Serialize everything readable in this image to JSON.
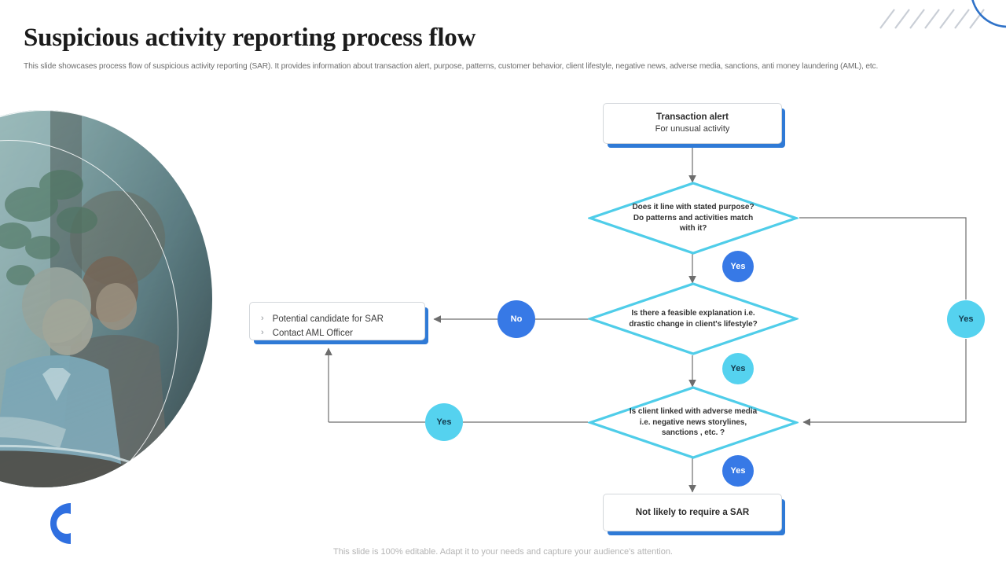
{
  "slide": {
    "title": "Suspicious activity reporting process flow",
    "subtitle": "This slide showcases process flow of suspicious activity reporting (SAR).  It provides information about transaction alert, purpose, patterns, customer behavior, client lifestyle, negative news, adverse media, sanctions, anti money laundering (AML),  etc.",
    "footer": "This slide is 100% editable. Adapt it to your needs and capture your audience's attention."
  },
  "colors": {
    "accent_blue": "#2f7ad6",
    "badge_dark": "#3779e6",
    "badge_light": "#55d2ef",
    "diamond_stroke": "#4fcde9",
    "connector": "#6d6d6d",
    "title": "#1b1b1b",
    "subtitle": "#6e6e6e",
    "footer": "#b4b4b4"
  },
  "nodes": {
    "start": {
      "line1": "Transaction alert",
      "line2": "For unusual activity"
    },
    "decision1": {
      "text": "Does it line with stated purpose? Do patterns and activities match with it?"
    },
    "decision2": {
      "text": "Is there a feasible explanation i.e. drastic change in client's lifestyle?"
    },
    "decision3": {
      "text": "Is client linked with adverse media i.e. negative news storylines, sanctions , etc. ?"
    },
    "sar": {
      "items": [
        "Potential candidate for SAR",
        "Contact AML  Officer"
      ],
      "bullet": "chevron-right-icon"
    },
    "end": {
      "line1": "Not likely to require a SAR"
    }
  },
  "badges": [
    {
      "id": "yes-d1-right",
      "label": "Yes",
      "style": "light"
    },
    {
      "id": "yes-d1-down",
      "label": "Yes",
      "style": "dark"
    },
    {
      "id": "no-d2-left",
      "label": "No",
      "style": "dark"
    },
    {
      "id": "yes-d2-down",
      "label": "Yes",
      "style": "light"
    },
    {
      "id": "yes-d3-left",
      "label": "Yes",
      "style": "light"
    },
    {
      "id": "yes-d3-down",
      "label": "Yes",
      "style": "dark"
    }
  ],
  "decor": {
    "hatch": "diagonal-hatch-lines",
    "arc": "blue-quarter-arc",
    "c_shape": "blue-c-ring-shape",
    "photo": "team-meeting-photo"
  }
}
